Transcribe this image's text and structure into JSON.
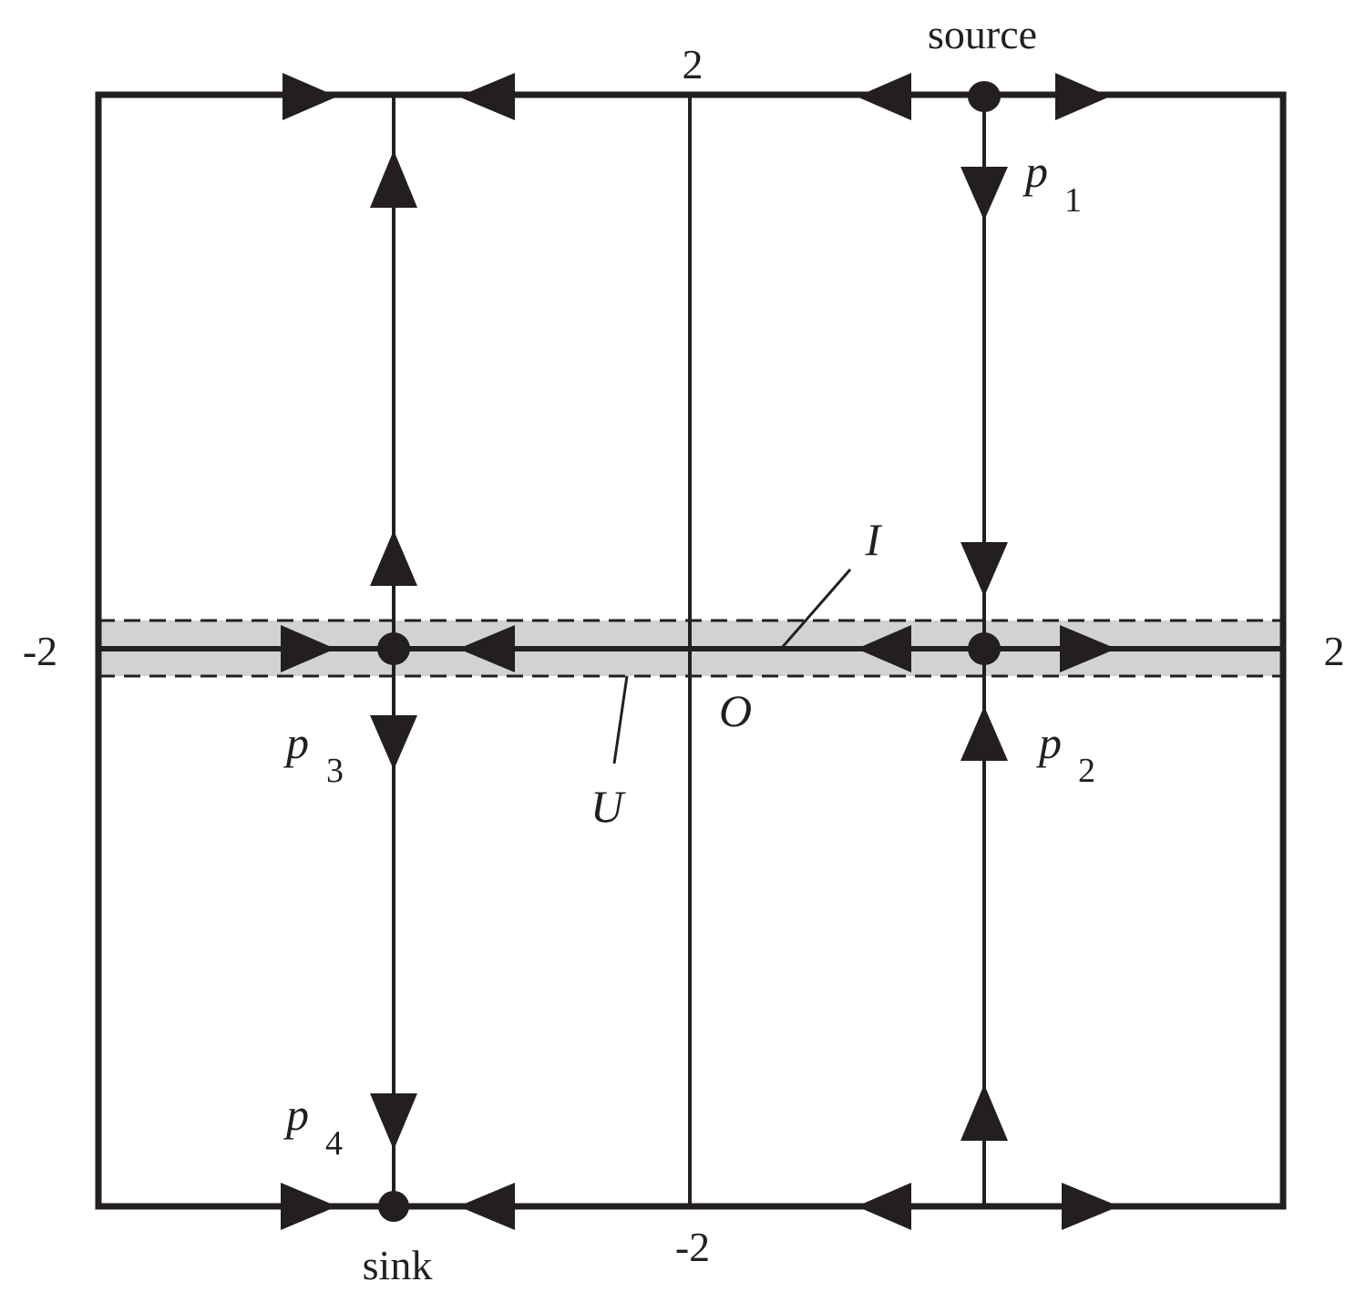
{
  "colors": {
    "ink": "#231f20",
    "band": "#d1d2d4",
    "background": "#ffffff"
  },
  "axes": {
    "top": "2",
    "bottom": "-2",
    "left": "-2",
    "right": "2"
  },
  "labels": {
    "source": "source",
    "sink": "sink",
    "origin": "O",
    "interval": "I",
    "neighborhood": "U",
    "p": "p",
    "p1_sub": "1",
    "p2_sub": "2",
    "p3_sub": "3",
    "p4_sub": "4"
  }
}
